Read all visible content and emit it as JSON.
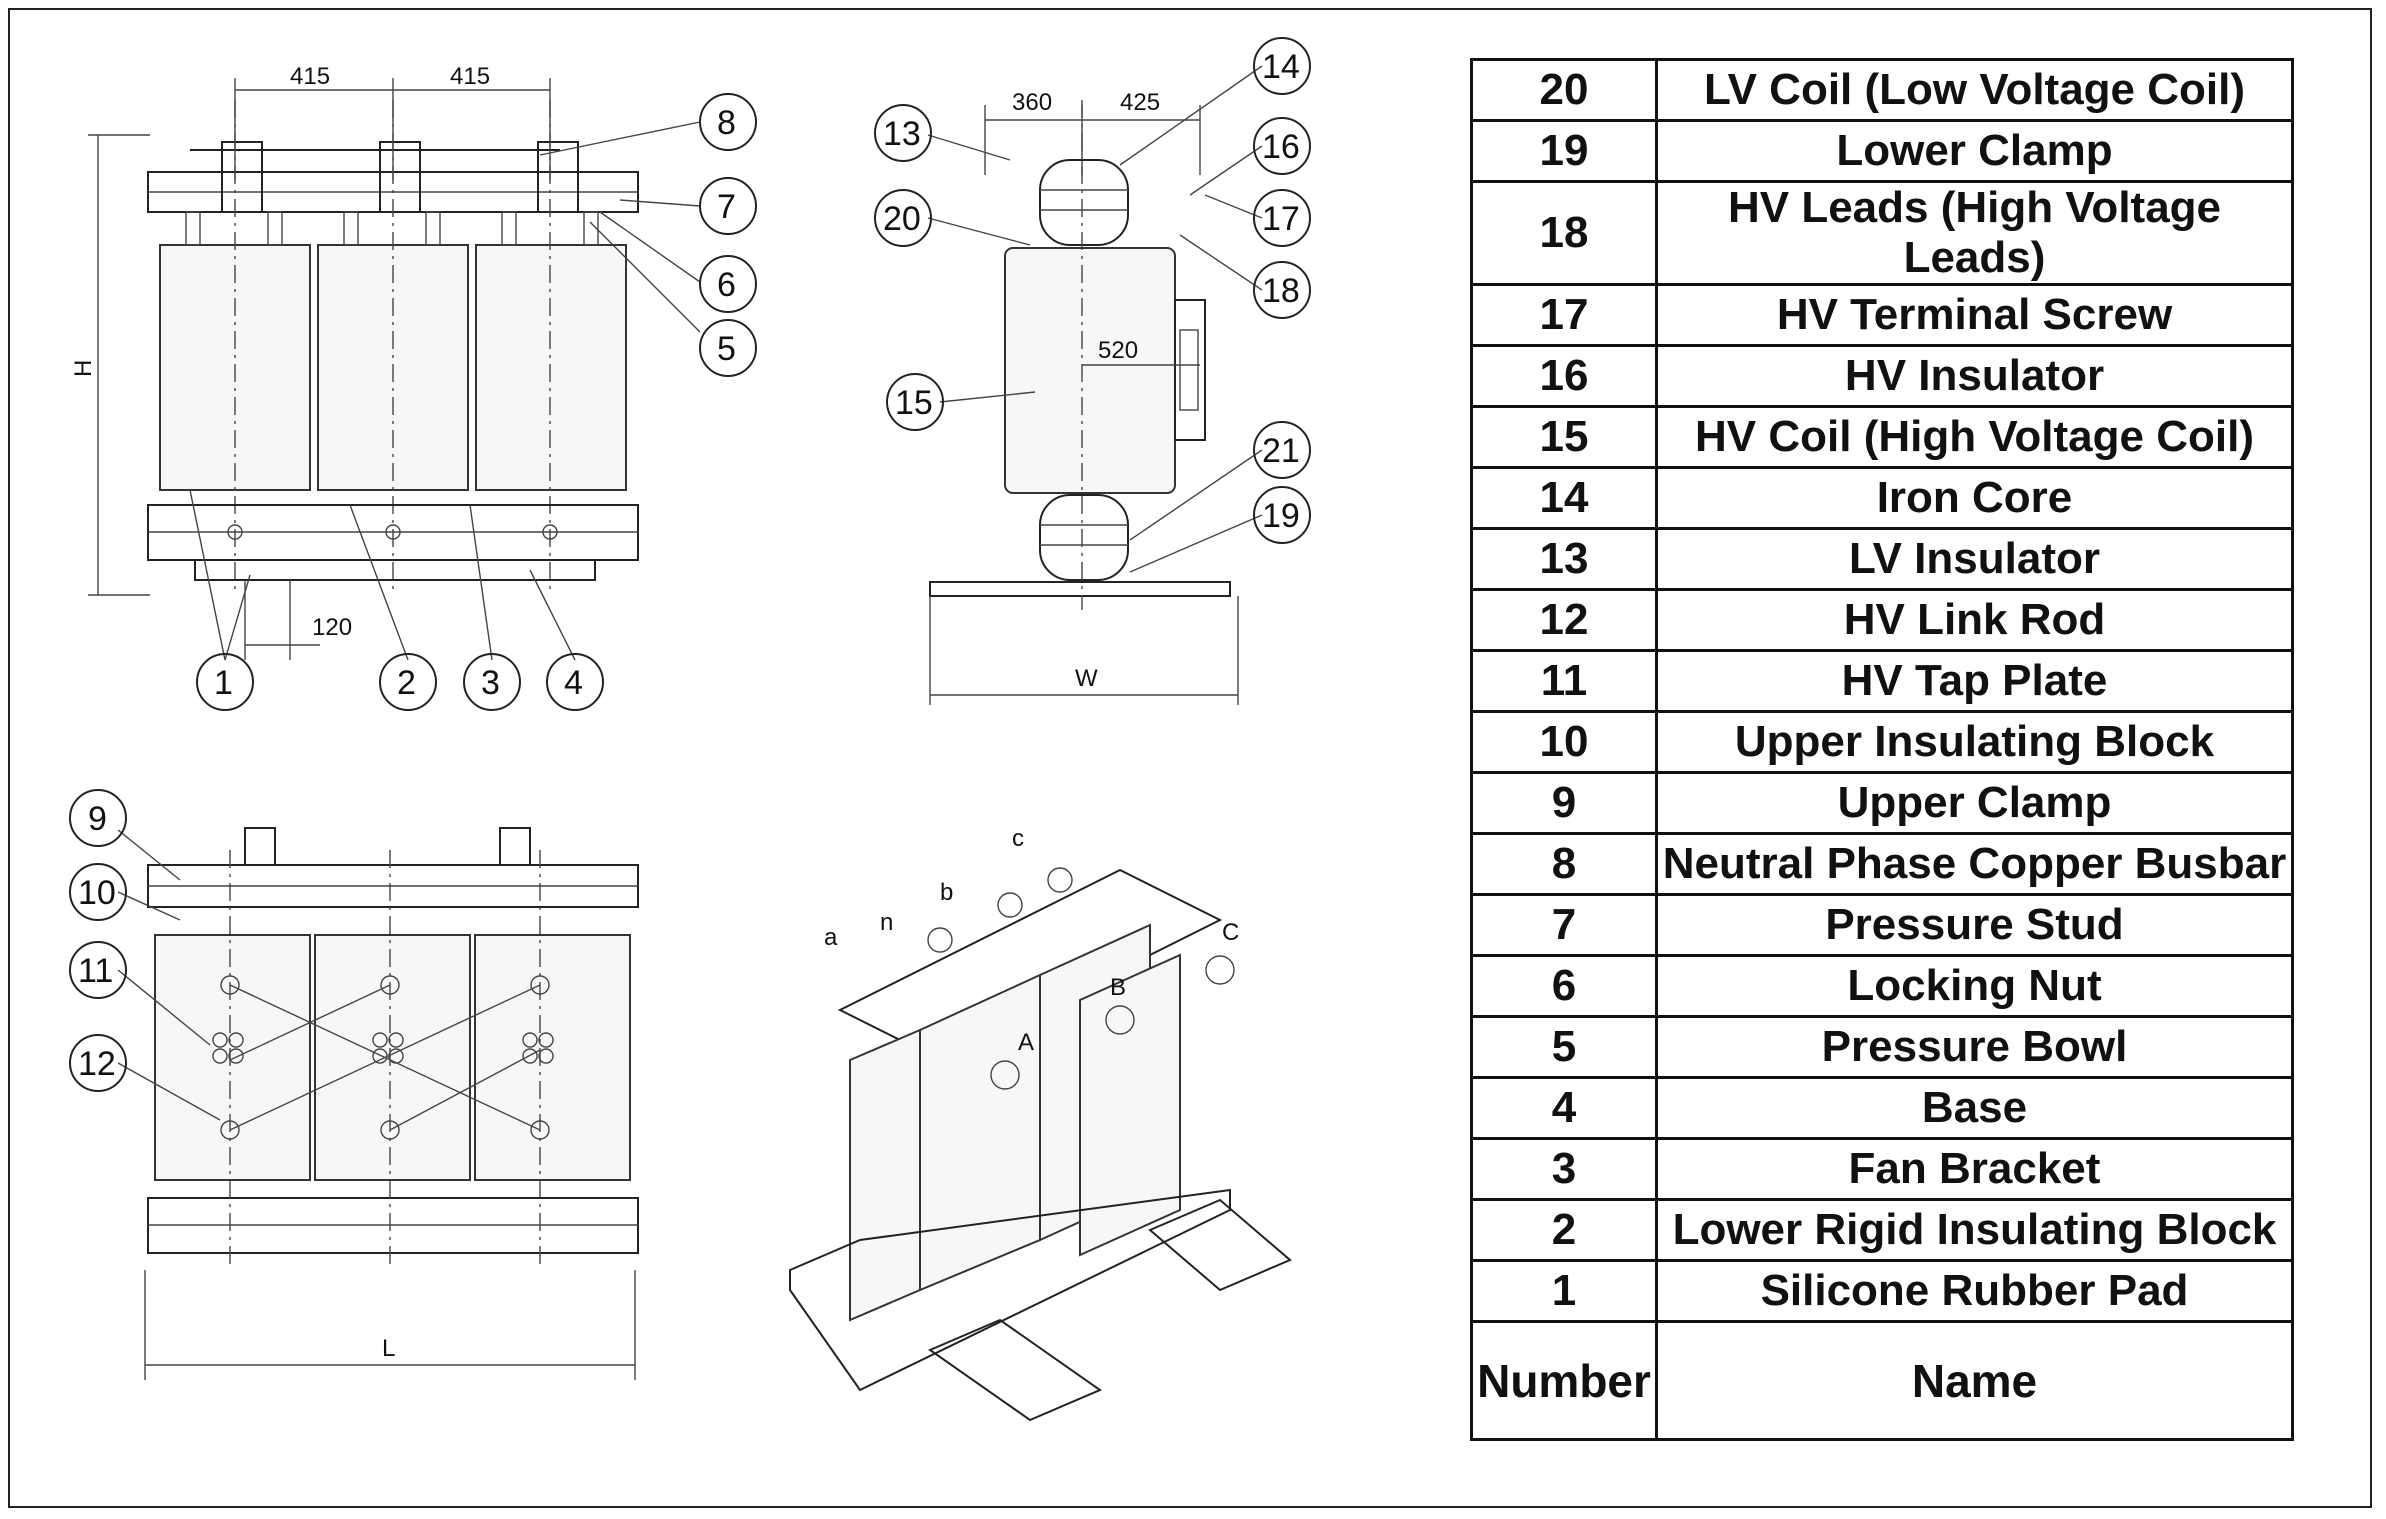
{
  "front_view": {
    "dims": {
      "upper_a": "415",
      "upper_b": "415",
      "height": "H",
      "pad_spacing": "120"
    },
    "callouts": [
      "1",
      "2",
      "3",
      "4",
      "5",
      "6",
      "7",
      "8"
    ]
  },
  "side_view": {
    "dims": {
      "top_a": "360",
      "top_b": "425",
      "depth": "520",
      "width": "W"
    },
    "callouts": [
      "13",
      "14",
      "15",
      "16",
      "17",
      "18",
      "19",
      "20",
      "21"
    ]
  },
  "hv_view": {
    "dims": {
      "length": "L"
    },
    "callouts": [
      "9",
      "10",
      "11",
      "12"
    ]
  },
  "iso_view": {
    "terminal_labels": [
      "a",
      "n",
      "b",
      "c",
      "A",
      "B",
      "C"
    ]
  },
  "parts_table": {
    "rows": [
      {
        "number": "20",
        "name": "LV Coil (Low Voltage Coil)"
      },
      {
        "number": "19",
        "name": "Lower Clamp"
      },
      {
        "number": "18",
        "name": "HV Leads (High Voltage Leads)"
      },
      {
        "number": "17",
        "name": "HV Terminal Screw"
      },
      {
        "number": "16",
        "name": "HV Insulator"
      },
      {
        "number": "15",
        "name": "HV Coil (High Voltage Coil)"
      },
      {
        "number": "14",
        "name": "Iron Core"
      },
      {
        "number": "13",
        "name": "LV Insulator"
      },
      {
        "number": "12",
        "name": "HV Link Rod"
      },
      {
        "number": "11",
        "name": "HV Tap Plate"
      },
      {
        "number": "10",
        "name": "Upper Insulating Block"
      },
      {
        "number": "9",
        "name": "Upper Clamp"
      },
      {
        "number": "8",
        "name": "Neutral Phase Copper Busbar"
      },
      {
        "number": "7",
        "name": "Pressure Stud"
      },
      {
        "number": "6",
        "name": "Locking Nut"
      },
      {
        "number": "5",
        "name": "Pressure Bowl"
      },
      {
        "number": "4",
        "name": "Base"
      },
      {
        "number": "3",
        "name": "Fan Bracket"
      },
      {
        "number": "2",
        "name": "Lower Rigid Insulating Block"
      },
      {
        "number": "1",
        "name": "Silicone Rubber Pad"
      }
    ],
    "header": {
      "number": "Number",
      "name": "Name"
    }
  }
}
